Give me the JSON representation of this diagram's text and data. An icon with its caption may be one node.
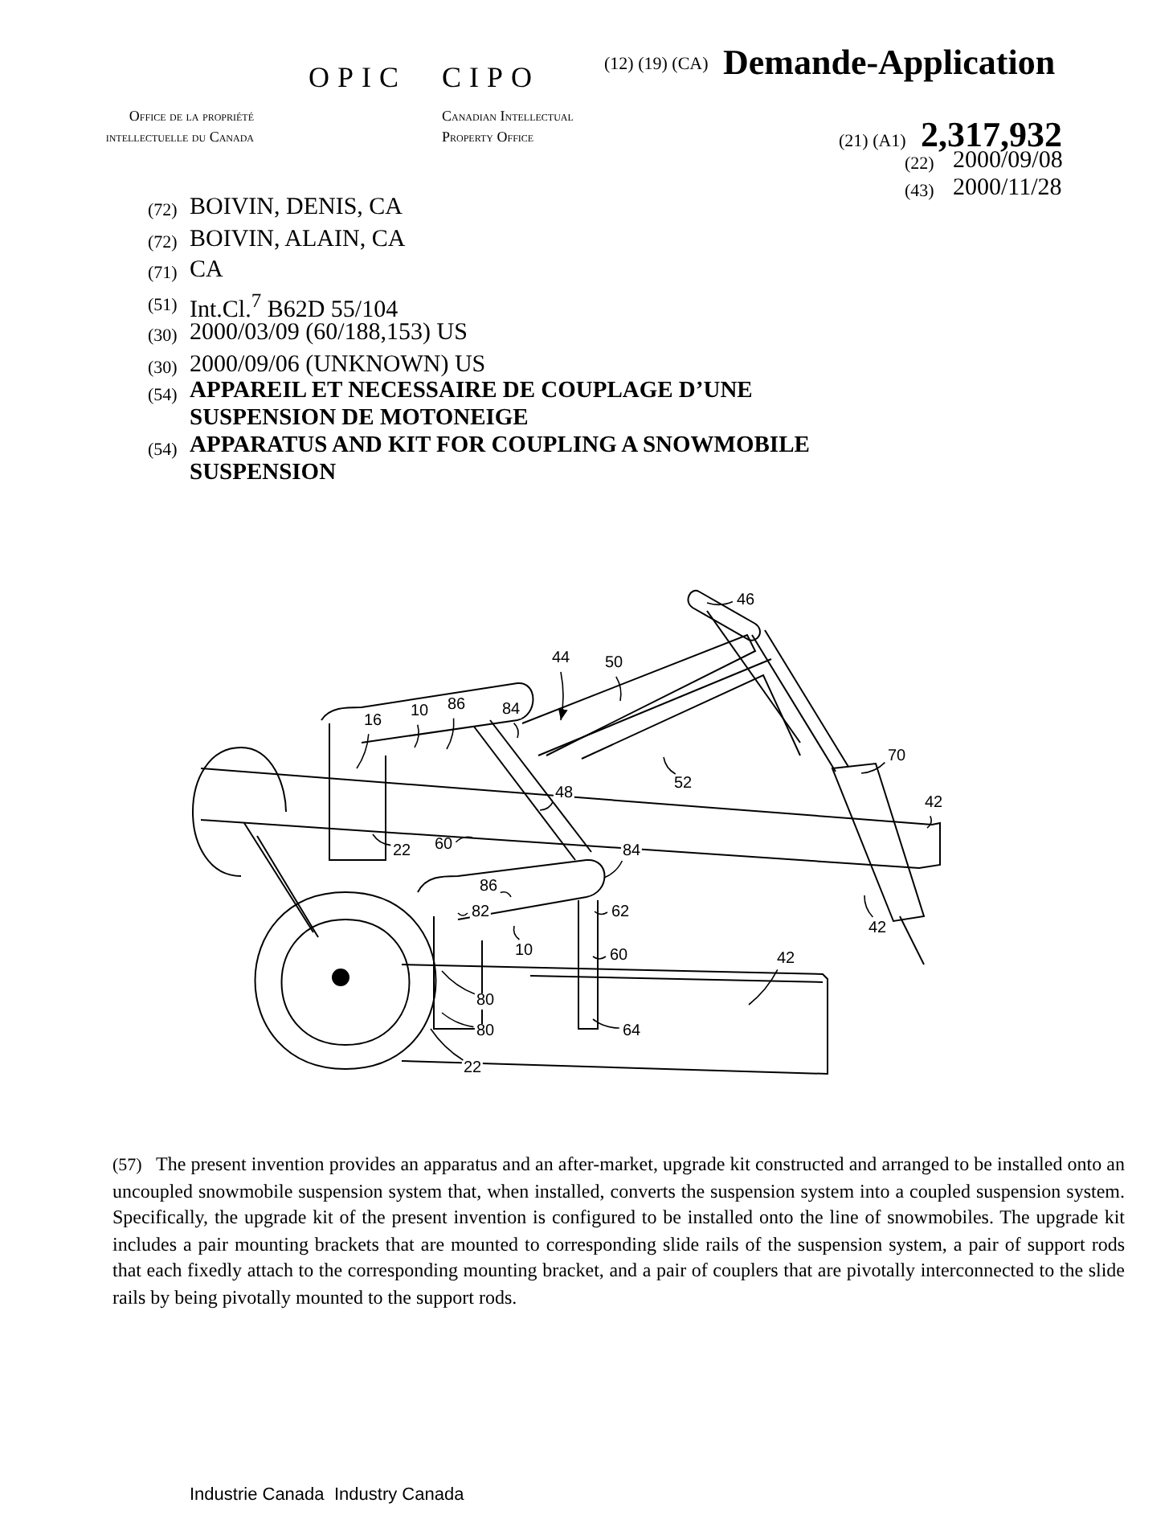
{
  "diagram": {
    "nodes": [
      {
        "text": [
          "46"
        ]
      },
      {
        "text": [
          "44"
        ]
      },
      {
        "text": [
          "50"
        ]
      },
      {
        "text": [
          "16"
        ]
      },
      {
        "text": [
          "10"
        ]
      },
      {
        "text": [
          "86"
        ]
      },
      {
        "text": [
          "84"
        ]
      },
      {
        "text": [
          "70"
        ]
      },
      {
        "text": [
          "42"
        ]
      },
      {
        "text": [
          "52"
        ]
      },
      {
        "text": [
          "48"
        ]
      },
      {
        "text": [
          "22"
        ]
      },
      {
        "text": [
          "60"
        ]
      },
      {
        "text": [
          "84"
        ]
      },
      {
        "text": [
          "86"
        ]
      },
      {
        "text": [
          "82"
        ]
      },
      {
        "text": [
          "62"
        ]
      },
      {
        "text": [
          "10"
        ]
      },
      {
        "text": [
          "60"
        ]
      },
      {
        "text": [
          "42"
        ]
      },
      {
        "text": [
          "42"
        ]
      },
      {
        "text": [
          "80"
        ]
      },
      {
        "text": [
          "80"
        ]
      },
      {
        "text": [
          "64"
        ]
      },
      {
        "text": [
          "22"
        ]
      }
    ],
    "edges": [
      {
        "from": 0,
        "to": null,
        "arrow": "none"
      },
      {
        "from": 1,
        "to": null,
        "arrow": "to"
      },
      {
        "from": 2,
        "to": null,
        "arrow": "none"
      },
      {
        "from": 3,
        "to": null,
        "arrow": "none"
      },
      {
        "from": 4,
        "to": null,
        "arrow": "none"
      },
      {
        "from": 5,
        "to": null,
        "arrow": "none"
      },
      {
        "from": 6,
        "to": null,
        "arrow": "none"
      },
      {
        "from": 7,
        "to": null,
        "arrow": "none"
      },
      {
        "from": 8,
        "to": null,
        "arrow": "none"
      },
      {
        "from": 9,
        "to": null,
        "arrow": "none"
      },
      {
        "from": 10,
        "to": null,
        "arrow": "none"
      },
      {
        "from": 11,
        "to": null,
        "arrow": "none"
      },
      {
        "from": 12,
        "to": null,
        "arrow": "none"
      },
      {
        "from": 13,
        "to": null,
        "arrow": "none"
      },
      {
        "from": 14,
        "to": null,
        "arrow": "none"
      },
      {
        "from": 15,
        "to": null,
        "arrow": "none"
      },
      {
        "from": 16,
        "to": null,
        "arrow": "none"
      },
      {
        "from": 17,
        "to": null,
        "arrow": "none"
      },
      {
        "from": 18,
        "to": null,
        "arrow": "none"
      },
      {
        "from": 19,
        "to": null,
        "arrow": "none"
      },
      {
        "from": 20,
        "to": null,
        "arrow": "none"
      },
      {
        "from": 21,
        "to": null,
        "arrow": "none"
      },
      {
        "from": 22,
        "to": null,
        "arrow": "none"
      },
      {
        "from": 23,
        "to": null,
        "arrow": "none"
      },
      {
        "from": 24,
        "to": null,
        "arrow": "none"
      }
    ],
    "labels": [
      "OPIC",
      "Office de la propriété intellectuelle du Canada",
      "CIPO",
      "Canadian Intellectual Property Office",
      "(12) (19) (CA)",
      "Demande-Application",
      "(21) (A1)",
      "2,317,932",
      "(22)",
      "2000/09/08",
      "(43)",
      "2000/11/28",
      "(72)",
      "BOIVIN, DENIS, CA",
      "(72)",
      "BOIVIN, ALAIN, CA",
      "(71)",
      "CA",
      "(51)",
      "Int.Cl.$^{7}$ B62D 55/104",
      "(30)",
      "2000/03/09 (60/188,153) US",
      "(30)",
      "2000/09/06 (UNKNOWN) US",
      "(54)",
      "APPAREIL ET NECESSAIRE DE COUPLAGE D’UNE SUSPENSION DE MOTONEIGE",
      "(54)",
      "APPARATUS AND KIT FOR COUPLING A SNOWMOBILE SUSPENSION",
      "(57)",
      "The present invention provides an apparatus and an after-market, upgrade kit constructed and arranged to be installed onto an uncoupled snowmobile suspension system that, when installed, converts the suspension system into a coupled suspension system. Specifically, the upgrade kit of the present invention is configured to be installed onto the line of snowmobiles. The upgrade kit includes a pair mounting brackets that are mounted to corresponding slide rails of the suspension system, a pair of support rods that each fixedly attach to the corresponding mounting bracket, and a pair of couplers that are pivotally interconnected to the slide rails by being pivotally mounted to the support rods.",
      "Industrie Canada",
      "Industry Canada"
    ]
  }
}
